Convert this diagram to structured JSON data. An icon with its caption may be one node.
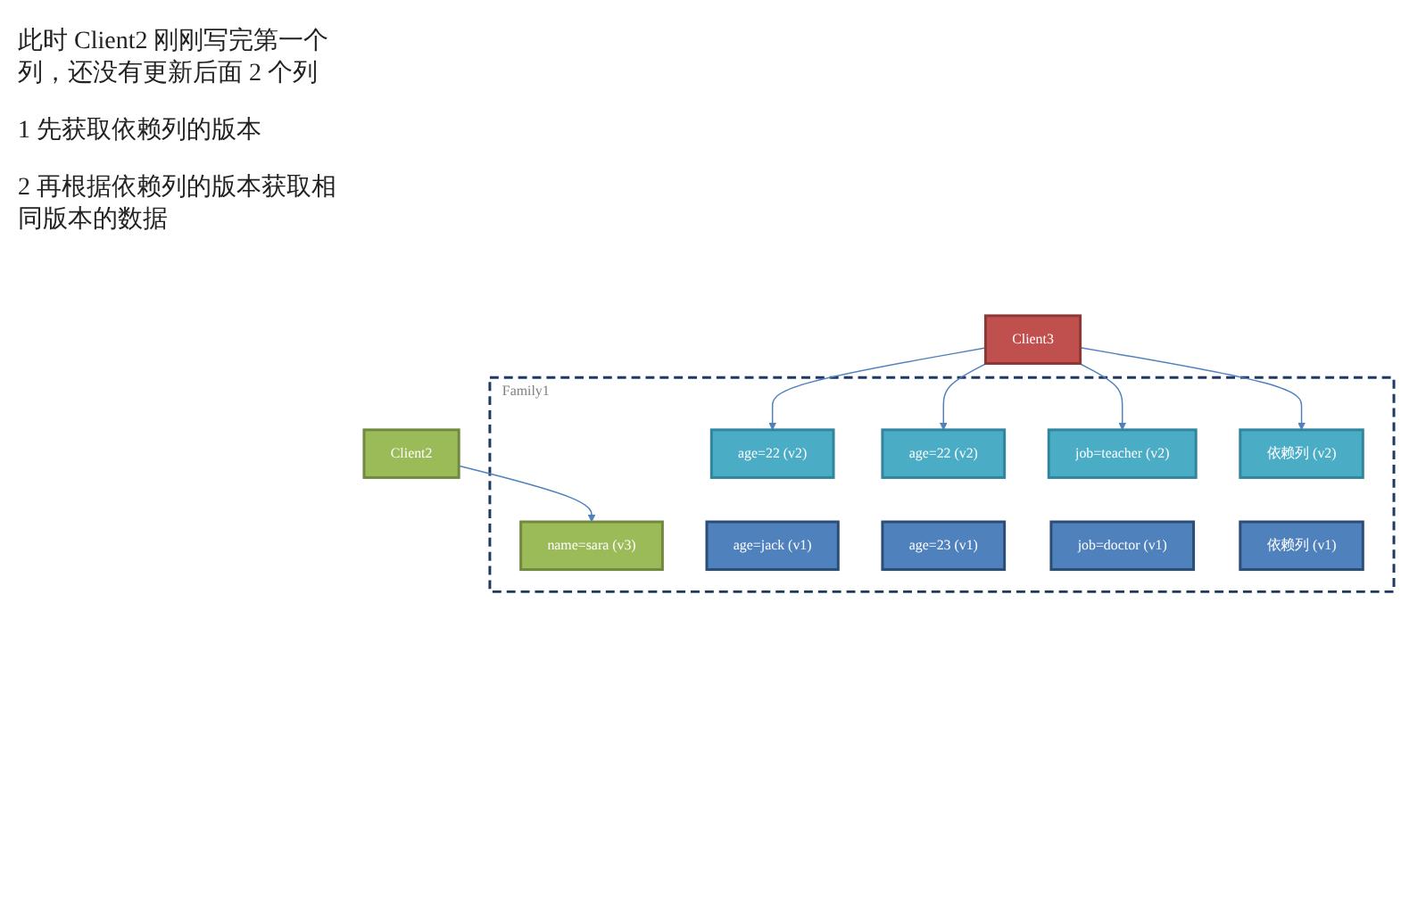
{
  "diagram": {
    "nodes": [
      {
        "text": [
          "Client3"
        ]
      },
      {
        "text": [
          "Client2"
        ]
      },
      {
        "text": [
          "Family1"
        ]
      },
      {
        "text": [
          "name=sara (v3)"
        ],
        "in": 2
      },
      {
        "text": [
          "age=22 (v2)"
        ],
        "in": 2
      },
      {
        "text": [
          "age=22 (v2)"
        ],
        "in": 2
      },
      {
        "text": [
          "job=teacher (v2)"
        ],
        "in": 2
      },
      {
        "text": [
          "依赖列 (v2)"
        ],
        "in": 2
      },
      {
        "text": [
          "age=jack (v1)"
        ],
        "in": 2
      },
      {
        "text": [
          "age=23 (v1)"
        ],
        "in": 2
      },
      {
        "text": [
          "job=doctor (v1)"
        ],
        "in": 2
      },
      {
        "text": [
          "依赖列 (v1)"
        ],
        "in": 2
      }
    ],
    "edges": [
      {
        "from": 1,
        "to": 3,
        "arrow": "to"
      },
      {
        "from": 0,
        "to": 4,
        "arrow": "to"
      },
      {
        "from": 0,
        "to": 5,
        "arrow": "to"
      },
      {
        "from": 0,
        "to": 6,
        "arrow": "to"
      },
      {
        "from": 0,
        "to": 7,
        "arrow": "to"
      }
    ],
    "labels": [
      "此时 Client2 刚刚写完第一个列，还没有更新后面 2 个列",
      "1 先获取依赖列的版本",
      "2 再根据依赖列的版本获取相同版本的数据"
    ]
  }
}
